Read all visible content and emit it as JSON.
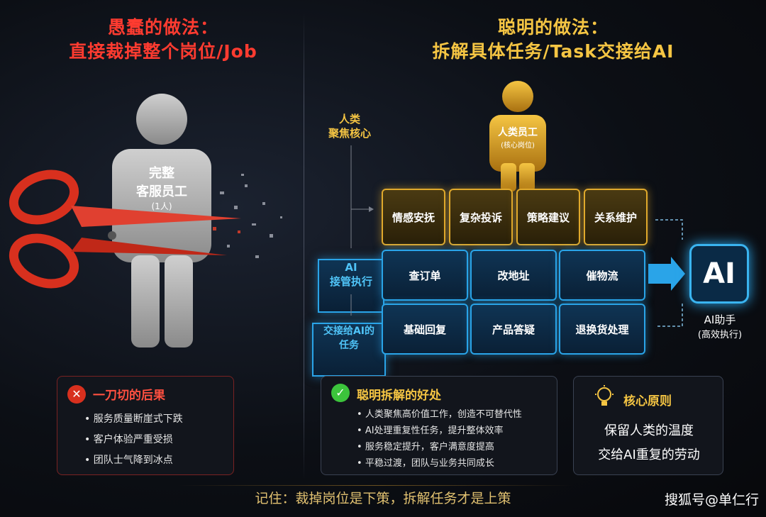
{
  "left": {
    "title_line1": "愚蠢的做法：",
    "title_line2": "直接裁掉整个岗位/Job",
    "figure_line1": "完整",
    "figure_line2": "客服员工",
    "figure_line3": "(1人)",
    "consequence_title": "一刀切的后果",
    "consequences": [
      "服务质量断崖式下跌",
      "客户体验严重受损",
      "团队士气降到冰点"
    ]
  },
  "right": {
    "title_line1": "聪明的做法：",
    "title_line2": "拆解具体任务/Task交接给AI",
    "figure_line1": "人类员工",
    "figure_line2": "(核心岗位)",
    "label_human_1": "人类",
    "label_human_2": "聚焦核心",
    "label_ai_1": "AI",
    "label_ai_2": "接管执行",
    "label_task_1": "交接给AI的",
    "label_task_2": "任务",
    "human_tasks": [
      "情感安抚",
      "复杂投诉",
      "策略建议",
      "关系维护"
    ],
    "ai_tasks_row1": [
      "查订单",
      "改地址",
      "催物流"
    ],
    "ai_tasks_row2": [
      "基础回复",
      "产品答疑",
      "退换货处理"
    ],
    "ai_box": "AI",
    "ai_caption_1": "AI助手",
    "ai_caption_2": "(高效执行)",
    "benefit_title": "聪明拆解的好处",
    "benefits": [
      "人类聚焦高价值工作，创造不可替代性",
      "AI处理重复性任务，提升整体效率",
      "服务稳定提升，客户满意度提高",
      "平稳过渡，团队与业务共同成长"
    ],
    "principle_title": "核心原则",
    "principle_line1": "保留人类的温度",
    "principle_line2": "交给AI重复的劳动"
  },
  "footer": "记住：裁掉岗位是下策，拆解任务才是上策",
  "watermark": "搜狐号@单仁行",
  "colors": {
    "red": "#ff3b30",
    "gold": "#f5c543",
    "blue": "#2aa4e8",
    "green": "#3cc43c"
  }
}
